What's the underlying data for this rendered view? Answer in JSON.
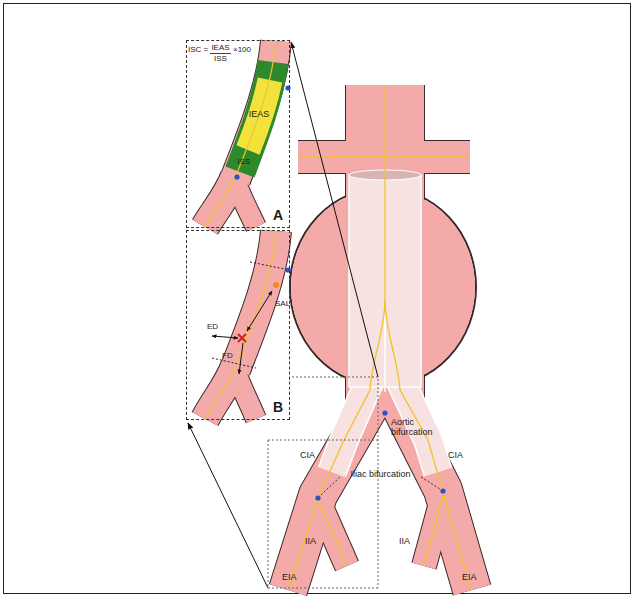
{
  "diagram": {
    "nodes": [
      {
        "text": [
          "A"
        ]
      },
      {
        "text": [
          "B"
        ]
      }
    ],
    "labels": [
      "ISC =",
      "IEAS",
      "ISS",
      "×100",
      "IEAS",
      "ISS",
      "SAL",
      "ED",
      "FD",
      "Aortic bifurcation",
      "CIA",
      "CIA",
      "Iliac bifurcation",
      "IIA",
      "IIA",
      "EIA",
      "EIA"
    ]
  }
}
